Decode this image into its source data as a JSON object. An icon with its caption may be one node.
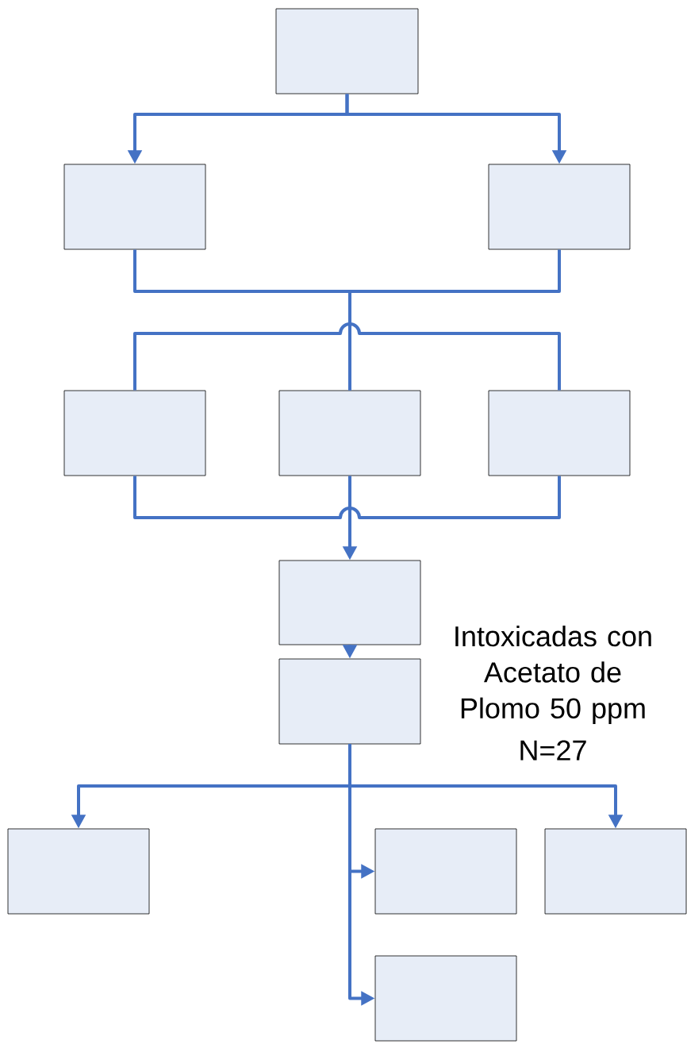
{
  "diagram": {
    "nodes": [
      {
        "text": [],
        "shape": "box"
      },
      {
        "text": [],
        "shape": "box"
      },
      {
        "text": [],
        "shape": "box"
      },
      {
        "text": [],
        "shape": "box"
      },
      {
        "text": [],
        "shape": "box"
      },
      {
        "text": [],
        "shape": "box"
      },
      {
        "text": [],
        "shape": "box"
      },
      {
        "text": [],
        "shape": "box",
        "beside": [
          "Intoxicadas con Acetato de Plomo 50 ppm",
          "N=27"
        ]
      },
      {
        "text": [],
        "shape": "box"
      },
      {
        "text": [],
        "shape": "box"
      },
      {
        "text": [],
        "shape": "box"
      },
      {
        "text": [],
        "shape": "box"
      }
    ],
    "edges": [
      {
        "from": 0,
        "to": 1,
        "arrow": "to"
      },
      {
        "from": 0,
        "to": 2,
        "arrow": "to"
      },
      {
        "from": 1,
        "to": 4,
        "arrow": "none"
      },
      {
        "from": 2,
        "to": 4,
        "arrow": "none"
      },
      {
        "from": 3,
        "to": 5,
        "arrow": "none"
      },
      {
        "from": 3,
        "to": 5,
        "arrow": "none"
      },
      {
        "from": 4,
        "to": 6,
        "arrow": "to"
      },
      {
        "from": 6,
        "to": 7,
        "arrow": "to"
      },
      {
        "from": 7,
        "to": 8,
        "arrow": "to"
      },
      {
        "from": 7,
        "to": 9,
        "arrow": "to"
      },
      {
        "from": 7,
        "to": 10,
        "arrow": "to"
      },
      {
        "from": 7,
        "to": 11,
        "arrow": "to"
      }
    ]
  }
}
